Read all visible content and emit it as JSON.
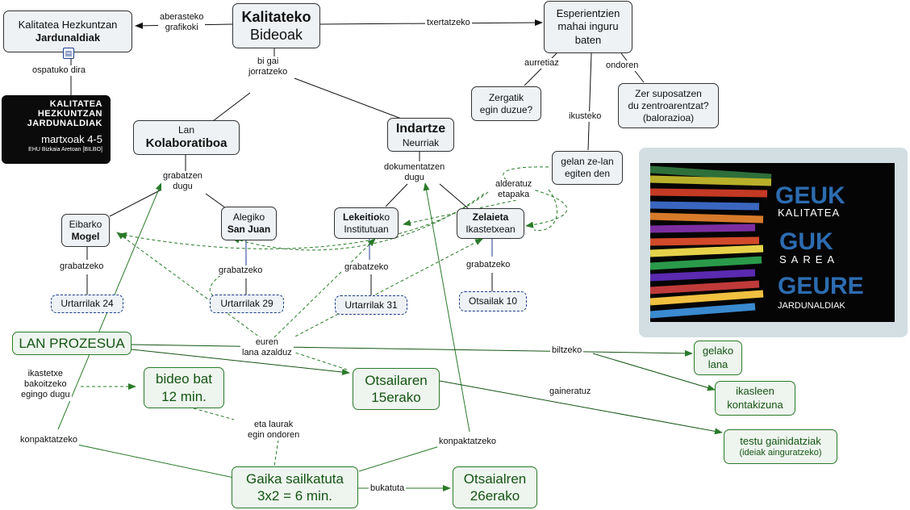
{
  "nodes": {
    "kalitateko": {
      "line1": "Kalitateko",
      "line2": "Bideoak"
    },
    "kalitatea_hezkuntzan": {
      "line1": "Kalitatea Hezkuntzan",
      "line2": "Jardunaldiak"
    },
    "esperientzien": {
      "line1": "Esperientzien",
      "line2": "mahai inguru",
      "line3": "baten"
    },
    "zergatik": {
      "line1": "Zergatik",
      "line2": "egin duzue?"
    },
    "zer_suposatzen": {
      "line1": "Zer suposatzen",
      "line2": "du zentroarentzat?",
      "line3": "(balorazioa)"
    },
    "gelan": {
      "line1": "gelan ze-lan",
      "line2": "egiten den"
    },
    "lan_kolaboratiboa": {
      "line1": "Lan",
      "line2": "Kolaboratiboa"
    },
    "indartze": {
      "line1": "Indartze",
      "line2": "Neurriak"
    },
    "eibarko": {
      "line1": "Eibarko",
      "line2": "Mogel"
    },
    "alegiko": {
      "line1": "Alegiko",
      "line2": "San Juan"
    },
    "lekeitioko": {
      "bold": "Lekeitio",
      "rest": "ko",
      "line2": "Institutuan"
    },
    "zelaieta": {
      "line1": "Zelaieta",
      "line2": "Ikastetxean"
    },
    "urtarrilak24": "Urtarrilak 24",
    "urtarrilak29": "Urtarrilak 29",
    "urtarrilak31": "Urtarrilak 31",
    "otsailak10": "Otsailak 10",
    "lan_prozesua": "LAN PROZESUA",
    "bideo_bat": {
      "line1": "bideo bat",
      "line2": "12 min."
    },
    "otsailaren15": {
      "line1": "Otsailaren",
      "line2": "15erako"
    },
    "gaika": {
      "line1": "Gaika sailkatuta",
      "line2": "3x2 = 6 min."
    },
    "otsailaren26": {
      "line1": "Otsaialren",
      "line2": "26erako"
    },
    "gelako": {
      "line1": "gelako",
      "line2": "lana"
    },
    "ikasleen": {
      "line1": "ikasleen",
      "line2": "kontakizuna"
    },
    "testu": {
      "line1": "testu gainidatziak",
      "line2": "(ideiak ainguratzeko)"
    }
  },
  "labels": {
    "aberasteko": {
      "line1": "aberasteko",
      "line2": "grafikoki"
    },
    "txertatzeko": "txertatzeko",
    "bi_gai": {
      "line1": "bi gai",
      "line2": "jorratzeko"
    },
    "aurretiaz": "aurretiaz",
    "ondoren": "ondoren",
    "ikusteko": "ikusteko",
    "ospatuko": "ospatuko dira",
    "grabatzen_dugu": {
      "line1": "grabatzen",
      "line2": "dugu"
    },
    "dokumentatzen": {
      "line1": "dokumentatzen",
      "line2": "dugu"
    },
    "alderatuz": {
      "line1": "alderatuz",
      "line2": "etapaka"
    },
    "grabatzeko": "grabatzeko",
    "euren": {
      "line1": "euren",
      "line2": "lana azalduz"
    },
    "biltzeko": "biltzeko",
    "ikastetxe": {
      "line1": "ikastetxe",
      "line2": "bakoitzeko",
      "line3": "egingo dugu"
    },
    "gaineratuz": "gaineratuz",
    "eta_laurak": {
      "line1": "eta laurak",
      "line2": "egin ondoren"
    },
    "konpaktatzeko": "konpaktatzeko",
    "bukatuta": "bukatuta"
  },
  "poster": {
    "line1": "KALITATEA",
    "line2": "HEZKUNTZAN",
    "line3": "JARDUNALDIAK",
    "line4": "martxoak 4-5",
    "line5": "EHU Bizkaia Aretoan [BILBO]"
  },
  "photo_logo": {
    "w1": "GEUK",
    "w2": "KALITATEA",
    "w3": "GUK",
    "w4": "SAREA",
    "w5": "GEURE",
    "w6": "JARDUNALDIAK"
  },
  "colors": {
    "green": "#2a7a2a",
    "navy": "#1c3c8c",
    "logo_blue": "#2c6cb0"
  }
}
